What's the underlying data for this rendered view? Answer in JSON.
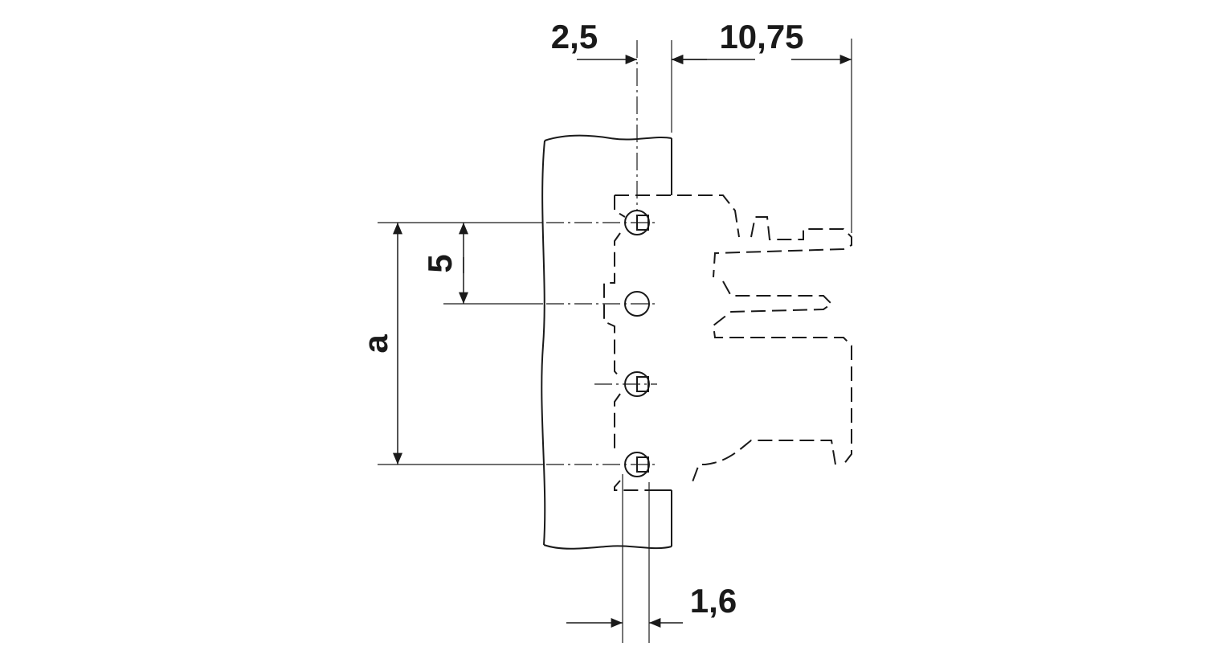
{
  "dimensions": {
    "pitch_top": "2,5",
    "depth": "10,75",
    "pitch": "5",
    "span": "a",
    "board_thickness": "1,6"
  },
  "colors": {
    "line": "#1a1a1a",
    "background": "#ffffff"
  }
}
